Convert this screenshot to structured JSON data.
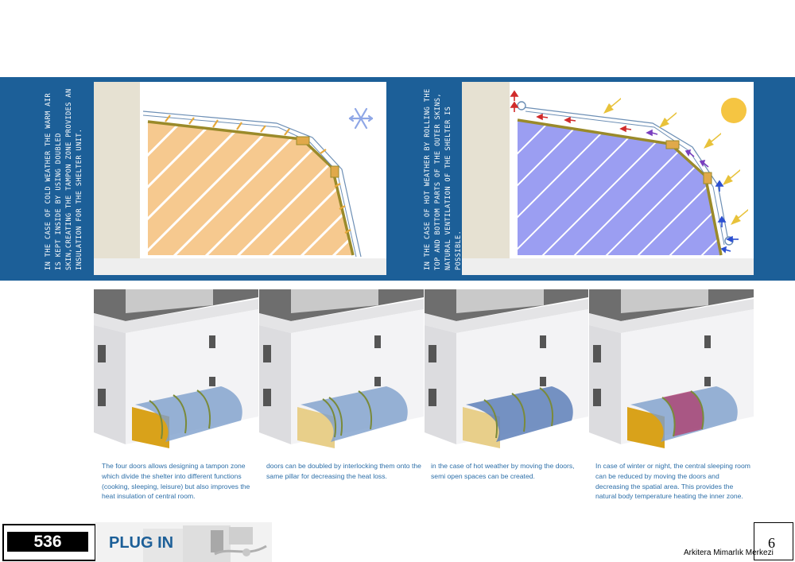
{
  "top_panels": {
    "cold": {
      "text": "IN THE CASE OF COLD WEATHER THE WARM AIR IS KEPT INSIDE BY USING DOUBLED SKIN,CREATING THE TAMPON ZONE PROVIDES AN INSULATION FOR THE SHELTER UNIT."
    },
    "hot": {
      "text": "IN THE CASE OF HOT WEATHER BY ROLLING THE TOP AND BOTTOM PARTS OF THE OUTER SKINS, NATURAL VENTILATION OF THE SHELTER IS POSSIBLE."
    }
  },
  "captions": [
    "The four doors allows designing a tampon zone which divide the shelter into different functions (cooking, sleeping, leisure) but also improves the heat insulation of central room.",
    "doors can be doubled by interlocking them onto the same pillar for decreasing the heat loss.",
    "in the case of hot weather by moving the doors, semi open spaces can be created.",
    "In case of winter or night, the central sleeping room can be reduced by moving the doors and decreasing the spatial area. This provides the natural body temperature heating the inner zone."
  ],
  "footer": {
    "project_number": "536",
    "project_title": "PLUG IN",
    "page_number": "6",
    "watermark": "Arkitera Mimarlık Merkezi"
  },
  "colors": {
    "band": "#1c5f98",
    "warm_fill": "#f6c98f",
    "cool_fill": "#9b9ef2",
    "shell_line": "#9a8a2a",
    "sun": "#f5c542",
    "caption_text": "#2d6fa8"
  }
}
